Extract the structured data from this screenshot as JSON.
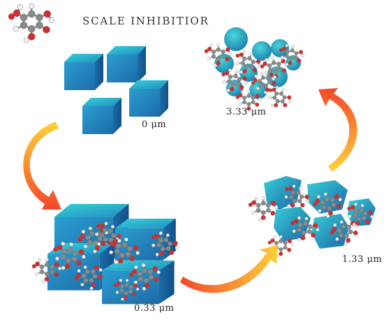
{
  "title": "SCALE INHIBITIOR",
  "stages": [
    {
      "label": "0 μm"
    },
    {
      "label": "0.33 μm"
    },
    {
      "label": "1.33 μm"
    },
    {
      "label": "3.33 μm"
    }
  ],
  "colors": {
    "crystal_light": "#2ec7d3",
    "crystal_dark": "#1f5fa8",
    "arrow_start": "#ffd23a",
    "arrow_end": "#f4472a",
    "atom_carbon": "#8a8a8a",
    "atom_oxygen": "#d52b2b",
    "atom_hydrogen": "#f2f2f2"
  }
}
